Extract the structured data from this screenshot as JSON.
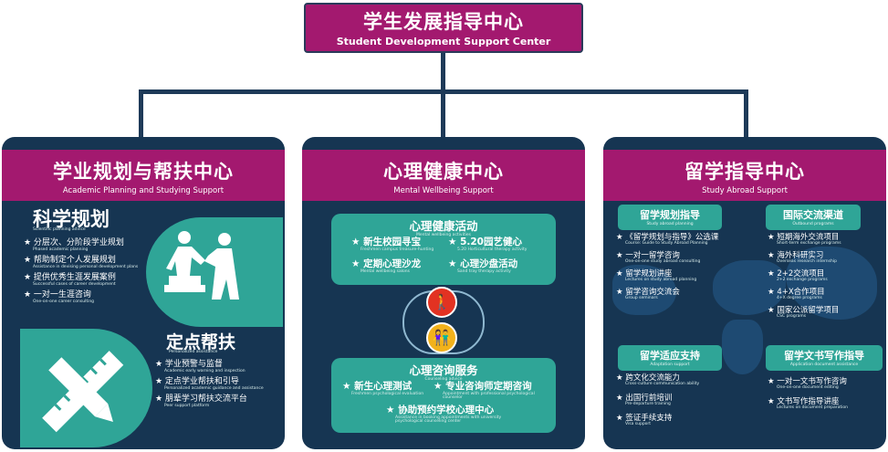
{
  "header": {
    "title_zh": "学生发展指导中心",
    "title_en": "Student Development Support Center"
  },
  "panel_left": {
    "title_zh": "学业规划与帮扶中心",
    "title_en": "Academic Planning and Studying Support",
    "section1": {
      "title_zh": "科学规划",
      "title_en": "Scientific planning advice",
      "items": [
        {
          "zh": "分层次、分阶段学业规划",
          "en": "Phased academic planning"
        },
        {
          "zh": "帮助制定个人发展规划",
          "en": "Assistance in devising personal development plans"
        },
        {
          "zh": "提供优秀生涯发展案例",
          "en": "Successful cases of career development"
        },
        {
          "zh": "一对一生涯咨询",
          "en": "One-on-one career consulting"
        }
      ]
    },
    "section2": {
      "title_zh": "定点帮扶",
      "title_en": "Personalized assistance",
      "items": [
        {
          "zh": "学业预警与监督",
          "en": "Academic early warning and inspection"
        },
        {
          "zh": "定点学业帮扶和引导",
          "en": "Personalized academic guidance and assistance"
        },
        {
          "zh": "朋辈学习帮扶交流平台",
          "en": "Peer support platform"
        }
      ]
    },
    "icons": [
      "helping-hand-icon",
      "pencil-ruler-icon"
    ]
  },
  "panel_middle": {
    "title_zh": "心理健康中心",
    "title_en": "Mental Wellbeing Support",
    "activities": {
      "title_zh": "心理健康活动",
      "title_en": "Mental wellbeing activities",
      "items": [
        {
          "zh": "新生校园寻宝",
          "en": "Freshmen campus treasure-hunting"
        },
        {
          "zh": "5.20园艺健心",
          "en": "5.20 Horticultural therapy activity"
        },
        {
          "zh": "定期心理沙龙",
          "en": "Mental wellbeing salons"
        },
        {
          "zh": "心理沙盘活动",
          "en": "Sand tray therapy activity"
        }
      ]
    },
    "counseling": {
      "title_zh": "心理咨询服务",
      "title_en": "Counseling advice",
      "items": [
        {
          "zh": "新生心理测试",
          "en": "Freshmen psychological evaluation"
        },
        {
          "zh": "专业咨询师定期咨询",
          "en": "Appointment with professional psychological counselor"
        },
        {
          "zh": "协助预约学校心理中心",
          "en": "Assistance in booking appointments with university psychological counseling center"
        }
      ]
    },
    "icons": [
      "person-red-icon",
      "people-yellow-icon"
    ]
  },
  "panel_right": {
    "title_zh": "留学指导中心",
    "title_en": "Study Abroad Support",
    "planning": {
      "title_zh": "留学规划指导",
      "title_en": "Study abroad planning",
      "items": [
        {
          "zh": "《留学规划与指导》公选课",
          "en": "Course: Guide to Study Abroad Planning"
        },
        {
          "zh": "一对一留学咨询",
          "en": "One-on-one study abroad consulting"
        },
        {
          "zh": "留学规划讲座",
          "en": "Lectures on study abroad planning"
        },
        {
          "zh": "留学咨询交流会",
          "en": "Group seminars"
        }
      ]
    },
    "exchange": {
      "title_zh": "国际交流渠道",
      "title_en": "Outbound programs",
      "items": [
        {
          "zh": "短期海外交流项目",
          "en": "Short-term exchange programs"
        },
        {
          "zh": "海外科研实习",
          "en": "Overseas research internship"
        },
        {
          "zh": "2+2交流项目",
          "en": "2+2 exchange programs"
        },
        {
          "zh": "4+X合作项目",
          "en": "4+X degree programs"
        },
        {
          "zh": "国家公派留学项目",
          "en": "CSC programs"
        }
      ]
    },
    "adaptation": {
      "title_zh": "留学适应支持",
      "title_en": "Adaptation support",
      "items": [
        {
          "zh": "跨文化交流能力",
          "en": "Cross-culture communication ability"
        },
        {
          "zh": "出国行前培训",
          "en": "Pre-departure training"
        },
        {
          "zh": "签证手续支持",
          "en": "Visa support"
        }
      ]
    },
    "documents": {
      "title_zh": "留学文书写作指导",
      "title_en": "Application document assistance",
      "items": [
        {
          "zh": "一对一文书写作咨询",
          "en": "One-on-one document editing"
        },
        {
          "zh": "文书写作指导讲座",
          "en": "Lectures on document preparation"
        }
      ]
    }
  },
  "colors": {
    "magenta": "#a3196f",
    "navy": "#163552",
    "teal": "#2fa597",
    "connector": "#1e3a58"
  }
}
